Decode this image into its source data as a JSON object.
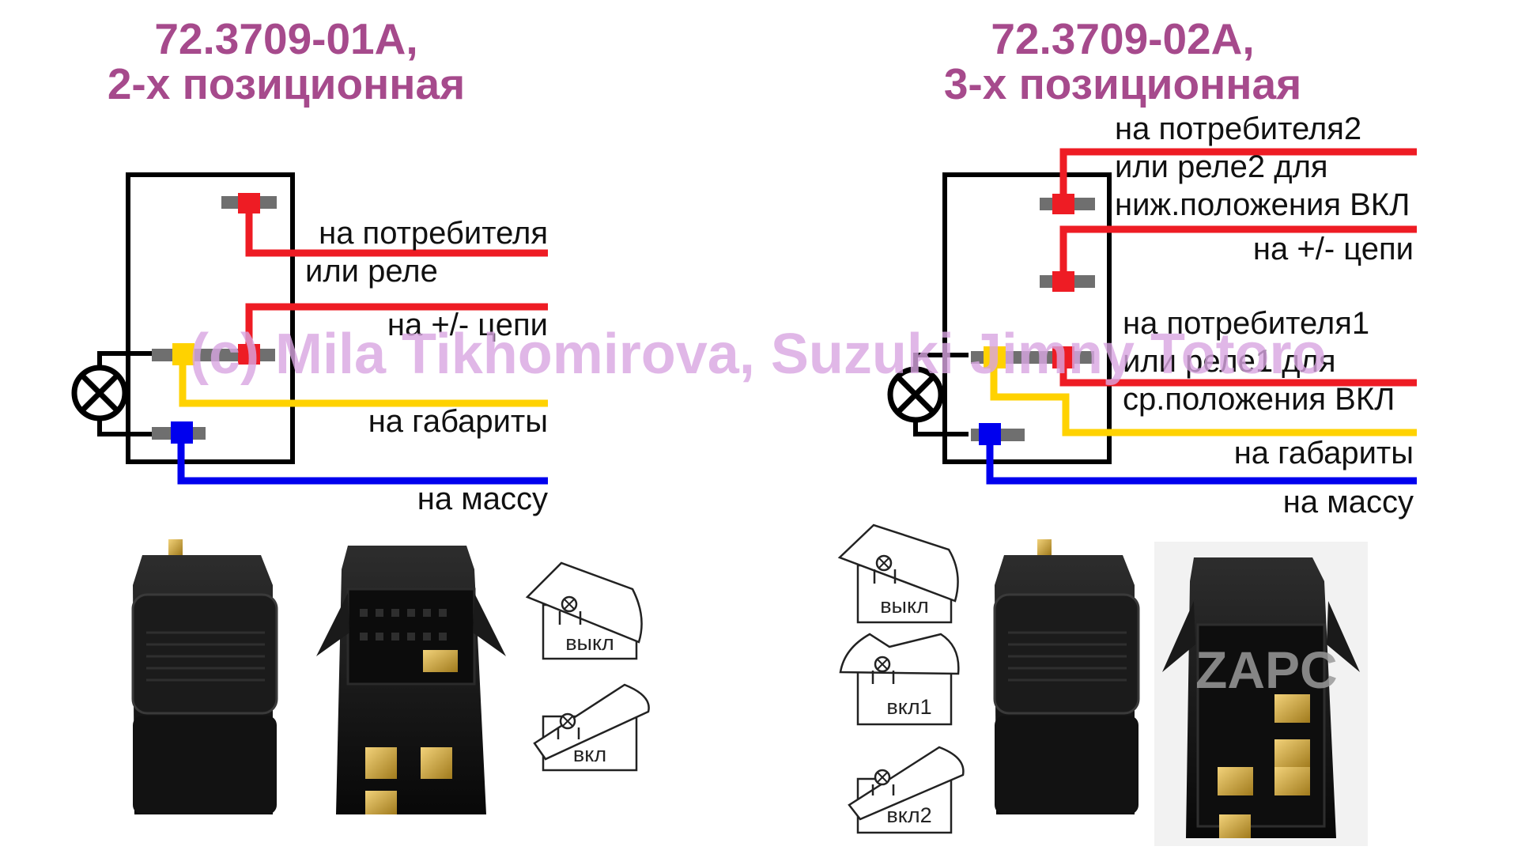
{
  "colors": {
    "title": "#a64a8c",
    "frame": "#000000",
    "wire_consumer": "#ee1c24",
    "wire_lights": "#ffd200",
    "wire_ground": "#0000ee",
    "terminal": "#6f6f6f",
    "watermark": "#d9a6e2"
  },
  "watermark": "(c) Mila Tikhomirova, Suzuki Jimny Totoro",
  "left_switch": {
    "model": "72.3709-01A,",
    "subtitle": "2-х позиционная",
    "labels": {
      "consumer_1": "на потребителя",
      "consumer_2": "или реле",
      "power": "на +/- цепи",
      "lights": "на габариты",
      "ground": "на массу"
    },
    "positions": [
      "выкл",
      "вкл"
    ],
    "lamp_icon": "lamp-icon"
  },
  "right_switch": {
    "model": "72.3709-02A,",
    "subtitle": "3-х позиционная",
    "labels": {
      "consumer2_1": "на потребителя2",
      "consumer2_2": "или реле2 для",
      "consumer2_3": "ниж.положения ВКЛ",
      "power": "на +/- цепи",
      "consumer1_1": "на потребителя1",
      "consumer1_2": "или реле1 для",
      "consumer1_3": "ср.положения ВКЛ",
      "lights": "на габариты",
      "ground": "на массу"
    },
    "positions": [
      "выкл",
      "вкл1",
      "вкл2"
    ],
    "photo_watermark": "ZAPC",
    "lamp_icon": "lamp-icon"
  }
}
